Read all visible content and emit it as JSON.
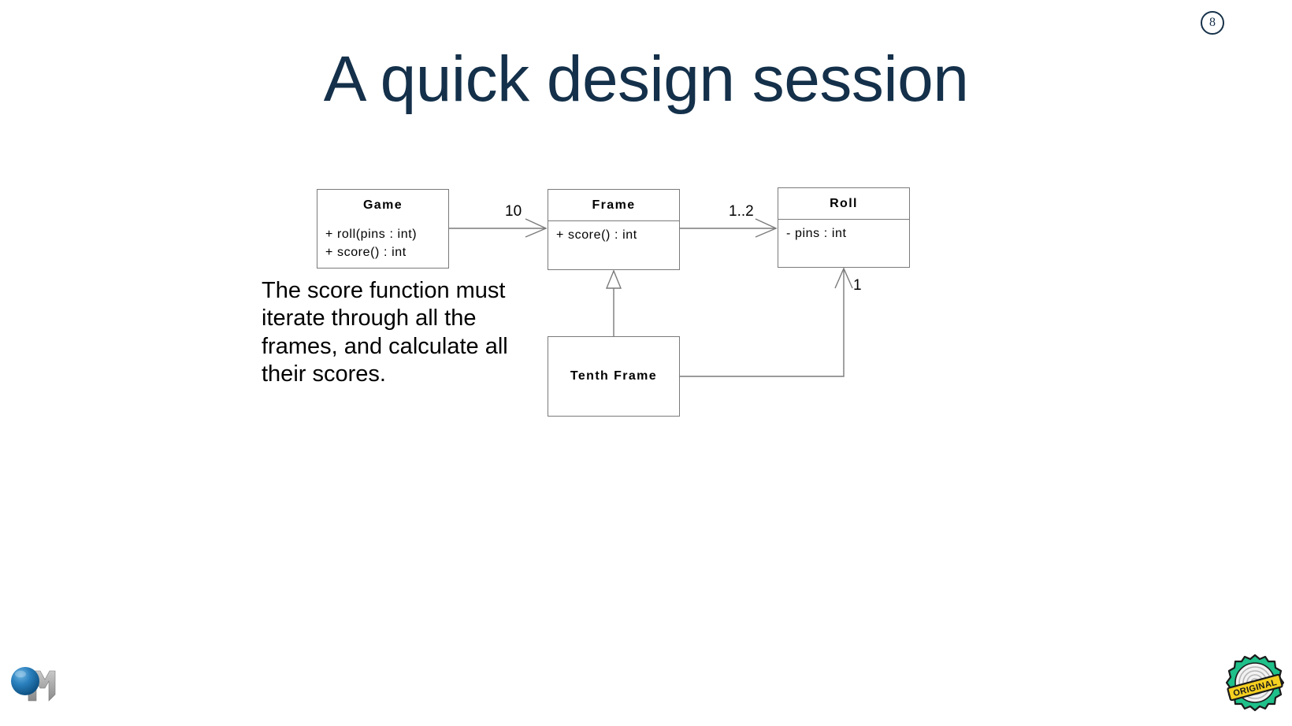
{
  "slide": {
    "number": "8",
    "title": "A quick design session",
    "body_text": "The score function must iterate through all the frames, and calculate all their scores.",
    "title_color": "#14304a",
    "background_color": "#ffffff"
  },
  "diagram": {
    "type": "uml-class-diagram",
    "classes": [
      {
        "id": "game",
        "name": "Game",
        "members": "+ roll(pins : int)\n+ score() : int",
        "has_members_compartment": true
      },
      {
        "id": "frame",
        "name": "Frame",
        "members": "+ score() : int",
        "has_members_compartment": true
      },
      {
        "id": "roll",
        "name": "Roll",
        "members": "- pins : int",
        "has_members_compartment": true
      },
      {
        "id": "tenthframe",
        "name": "Tenth Frame",
        "members": "",
        "has_members_compartment": false
      }
    ],
    "relationships": [
      {
        "id": "game-frame",
        "from": "Game",
        "to": "Frame",
        "kind": "association",
        "multiplicity": "10"
      },
      {
        "id": "frame-roll",
        "from": "Frame",
        "to": "Roll",
        "kind": "association",
        "multiplicity": "1..2"
      },
      {
        "id": "tenthframe-frame",
        "from": "Tenth Frame",
        "to": "Frame",
        "kind": "generalization",
        "multiplicity": ""
      },
      {
        "id": "tenthframe-roll",
        "from": "Tenth Frame",
        "to": "Roll",
        "kind": "association",
        "multiplicity": "1"
      }
    ],
    "line_color": "#7a7a7a"
  },
  "branding": {
    "logo_name": "sphere-m-logo",
    "badge_name": "original-seal-badge",
    "badge_text": "ORIGINAL",
    "badge_colors": {
      "ring": "#1fc08a",
      "banner": "#f5d020",
      "outline": "#1a1a1a"
    },
    "logo_colors": {
      "sphere": "#1f72b0",
      "letter": "#9a9a9a"
    }
  }
}
